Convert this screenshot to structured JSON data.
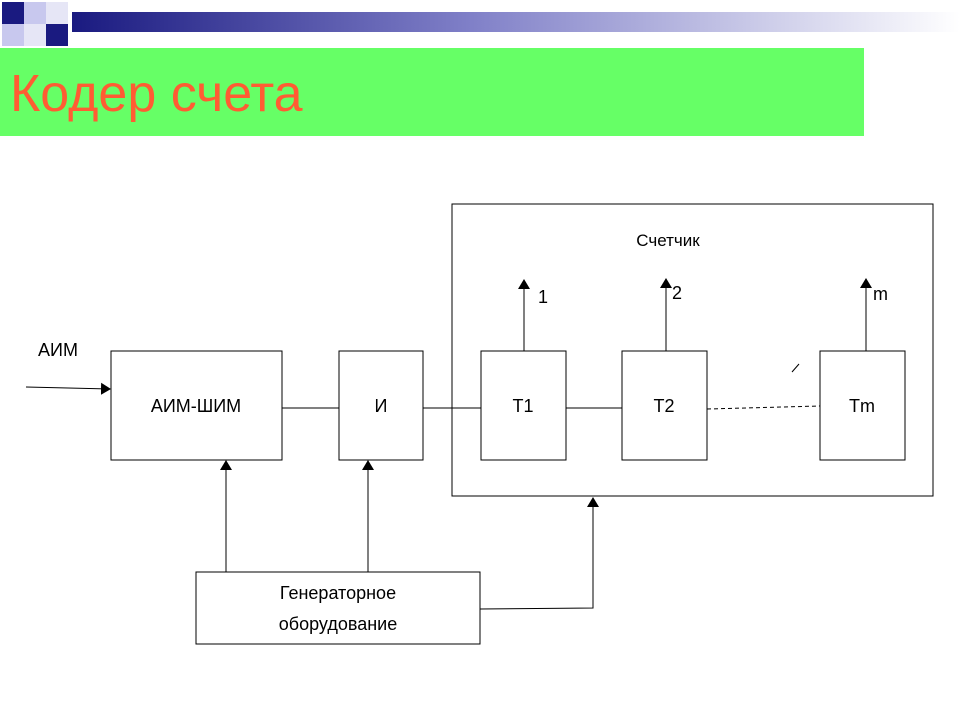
{
  "slide": {
    "title": "Кодер счета"
  },
  "diagram": {
    "input_label": "АИМ",
    "blocks": {
      "aim_shim": "АИМ-ШИМ",
      "and_gate": "И",
      "t1": "Т1",
      "t2": "Т2",
      "tm": "Тm",
      "generator_line1": "Генераторное",
      "generator_line2": "оборудование"
    },
    "counter_label": "Счетчик",
    "outputs": [
      "1",
      "2",
      "m"
    ]
  },
  "colors": {
    "title_band": "#66ff66",
    "title_text": "#ff5c33",
    "deco_navy": "#1a1a80",
    "deco_lavender": "#c8c8ee"
  }
}
